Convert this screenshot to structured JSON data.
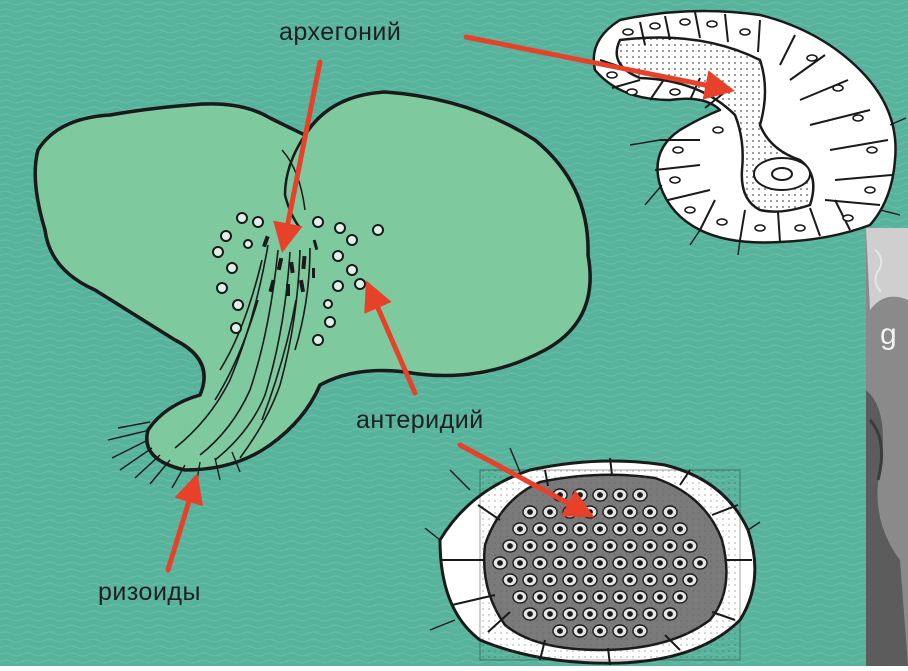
{
  "labels": {
    "archegonium": "архегоний",
    "antheridium": "антеридий",
    "rhizoids": "ризоиды"
  },
  "photo_fragment_text": "g",
  "colors": {
    "background": "#58b39c",
    "thallus_fill": "#7fc99f",
    "arrow": "#e8412a",
    "cell_fill": "#ffffff",
    "outline": "#1a1a1a"
  }
}
